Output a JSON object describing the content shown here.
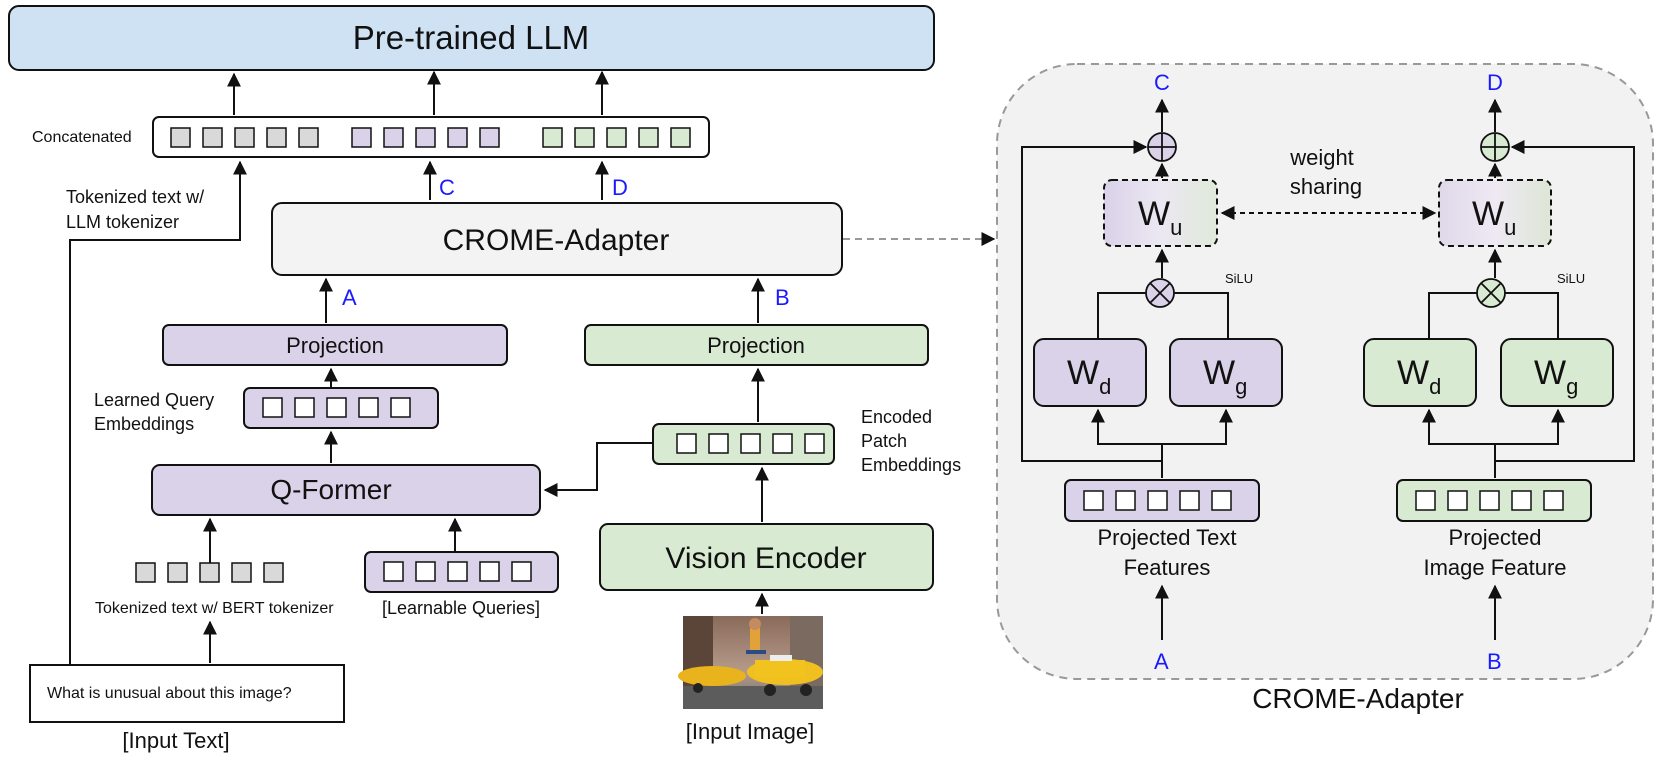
{
  "main": {
    "llm_label": "Pre-trained LLM",
    "concatenated_label": "Concatenated",
    "tokenized_llm_label_line1": "Tokenized text w/",
    "tokenized_llm_label_line2": "LLM tokenizer",
    "adapter_label": "CROME-Adapter",
    "projection_text_label": "Projection",
    "projection_image_label": "Projection",
    "learned_query_line1": "Learned Query",
    "learned_query_line2": "Embeddings",
    "qformer_label": "Q-Former",
    "encoded_patch_line1": "Encoded",
    "encoded_patch_line2": "Patch",
    "encoded_patch_line3": "Embeddings",
    "vision_encoder_label": "Vision Encoder",
    "tokenized_bert_label": "Tokenized text w/ BERT tokenizer",
    "learnable_queries_label": "[Learnable Queries]",
    "input_question": "What is unusual about this image?",
    "input_text_label": "[Input Text]",
    "input_image_label": "[Input Image]",
    "marker_a": "A",
    "marker_b": "B",
    "marker_c": "C",
    "marker_d": "D"
  },
  "detail": {
    "title": "CROME-Adapter",
    "weight_sharing_line1": "weight",
    "weight_sharing_line2": "sharing",
    "silu_label": "SiLU",
    "w_base": "W",
    "sub_u": "u",
    "sub_d": "d",
    "sub_g": "g",
    "text_features_line1": "Projected Text",
    "text_features_line2": "Features",
    "image_features_line1": "Projected",
    "image_features_line2": "Image Feature",
    "marker_a": "A",
    "marker_b": "B",
    "marker_c": "C",
    "marker_d": "D"
  },
  "colors": {
    "llm_fill": "#cfe2f3",
    "text_branch": "#d9d2e9",
    "image_branch": "#d9ead3",
    "gray_token": "#d9d9d9",
    "adapter_fill": "#f3f3f3",
    "detail_bg": "#f2f2f2",
    "marker_blue": "#1a1aff"
  }
}
